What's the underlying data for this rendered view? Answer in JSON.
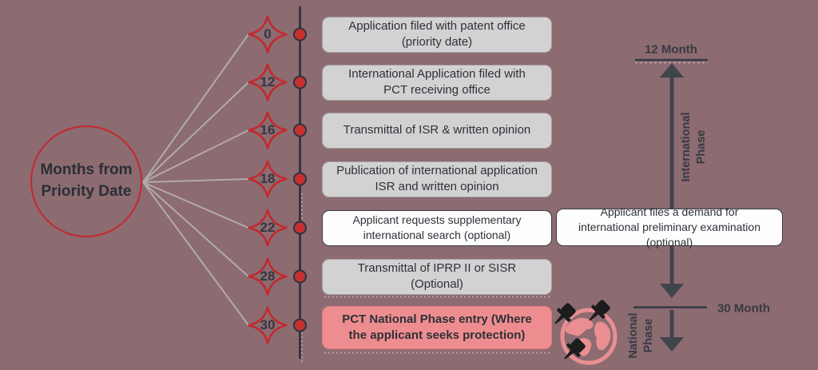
{
  "diagram_title": "Months from Priority Date",
  "timeline": {
    "events": [
      {
        "month": "0",
        "label": "Application filed with patent office (priority date)",
        "style": "gray"
      },
      {
        "month": "12",
        "label": "International Application filed with PCT receiving office",
        "style": "gray"
      },
      {
        "month": "16",
        "label": "Transmittal of ISR & written opinion",
        "style": "gray"
      },
      {
        "month": "18",
        "label": "Publication of international application ISR and written opinion",
        "style": "gray"
      },
      {
        "month": "22",
        "label": "Applicant requests supplementary international search (optional)",
        "style": "white"
      },
      {
        "month": "28",
        "label": "Transmittal of IPRP II or SISR (Optional)",
        "style": "gray"
      },
      {
        "month": "30",
        "label": "PCT National Phase entry (Where the applicant seeks protection)",
        "style": "pink"
      }
    ],
    "side_event": {
      "label": "Applicant files a demand for international preliminary examination (optional)"
    }
  },
  "phase_markers": {
    "top_label": "12 Month",
    "bottom_label": "30 Month",
    "international_phase": "International Phase",
    "national_phase": "National Phase"
  },
  "icons": {
    "globe": "globe-icon",
    "pins": "pushpin-icon"
  },
  "colors": {
    "background": "#8c6b71",
    "accent_red": "#c4282d",
    "dot_red": "#c7302f",
    "slate_dark": "#3a3d46",
    "fan_line_gray": "#b4aeb0",
    "box_gray": "#d2d2d3",
    "box_white": "#fdfdfd",
    "box_pink": "#ee8d8f",
    "globe_salmon": "#e98f92",
    "pin_black": "#1c1c1c"
  }
}
